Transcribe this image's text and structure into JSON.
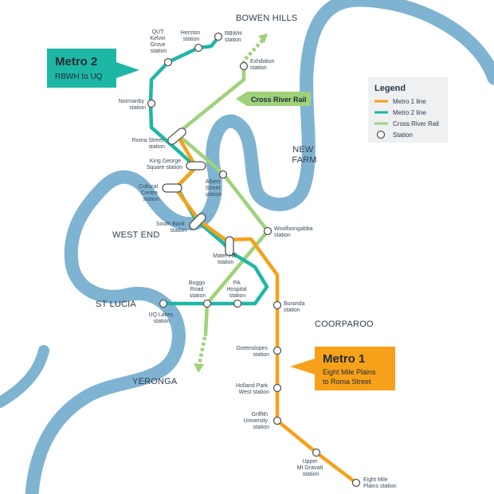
{
  "colors": {
    "river": "#7fb3d2",
    "metro1": "#f7a11a",
    "metro2": "#1eb7a5",
    "cross_river_rail": "#9fd27a",
    "station_fill": "#ffffff",
    "station_stroke": "#555555",
    "legend_bg": "#eef0f2"
  },
  "areas": {
    "bowen_hills": "BOWEN HILLS",
    "new_farm_1": "NEW",
    "new_farm_2": "FARM",
    "west_end": "WEST END",
    "st_lucia": "ST LUCIA",
    "coorparoo": "COORPAROO",
    "yeronga": "YERONGA"
  },
  "callouts": {
    "metro2": {
      "title": "Metro 2",
      "subtitle": "RBWH to UQ"
    },
    "metro1": {
      "title": "Metro 1",
      "subtitle_1": "Eight Mile Plains",
      "subtitle_2": "to Roma Street"
    },
    "cross_river_rail": {
      "label": "Cross River Rail"
    }
  },
  "legend": {
    "title": "Legend",
    "items": {
      "metro1": "Metro 1 line",
      "metro2": "Metro 2 line",
      "crr": "Cross River Rail",
      "station": "Station"
    }
  },
  "stations": {
    "herston": {
      "l1": "Herston",
      "l2": "station"
    },
    "rbwh": {
      "l1": "RBWH",
      "l2": "station"
    },
    "qut_kelvin_grove": {
      "l1": "QUT",
      "l2": "Kelvin",
      "l3": "Grove",
      "l4": "station"
    },
    "exhibition": {
      "l1": "Exhibition",
      "l2": "station"
    },
    "normanby": {
      "l1": "Normanby",
      "l2": "station"
    },
    "roma_street": {
      "l1": "Roma Street",
      "l2": "station"
    },
    "king_george_square": {
      "l1": "King George",
      "l2": "Square station"
    },
    "albert_street": {
      "l1": "Albert",
      "l2": "Street",
      "l3": "station"
    },
    "cultural_centre": {
      "l1": "Cultural",
      "l2": "Centre",
      "l3": "station"
    },
    "south_bank": {
      "l1": "South Bank",
      "l2": "station"
    },
    "woolloongabba": {
      "l1": "Woolloongabba",
      "l2": "station"
    },
    "mater_hill": {
      "l1": "Mater Hill",
      "l2": "station"
    },
    "boggo_road": {
      "l1": "Boggo",
      "l2": "Road",
      "l3": "station"
    },
    "pa_hospital": {
      "l1": "PA",
      "l2": "Hospital",
      "l3": "station"
    },
    "buranda": {
      "l1": "Buranda",
      "l2": "station"
    },
    "uq_lakes": {
      "l1": "UQ Lakes",
      "l2": "station"
    },
    "greenslopes": {
      "l1": "Greenslopes",
      "l2": "station"
    },
    "holland_park_west": {
      "l1": "Holland Park",
      "l2": "West station"
    },
    "griffith_university": {
      "l1": "Griffith",
      "l2": "University",
      "l3": "station"
    },
    "upper_mt_gravatt": {
      "l1": "Upper",
      "l2": "Mt Gravatt",
      "l3": "station"
    },
    "eight_mile_plains": {
      "l1": "Eight Mile",
      "l2": "Plains station"
    }
  }
}
